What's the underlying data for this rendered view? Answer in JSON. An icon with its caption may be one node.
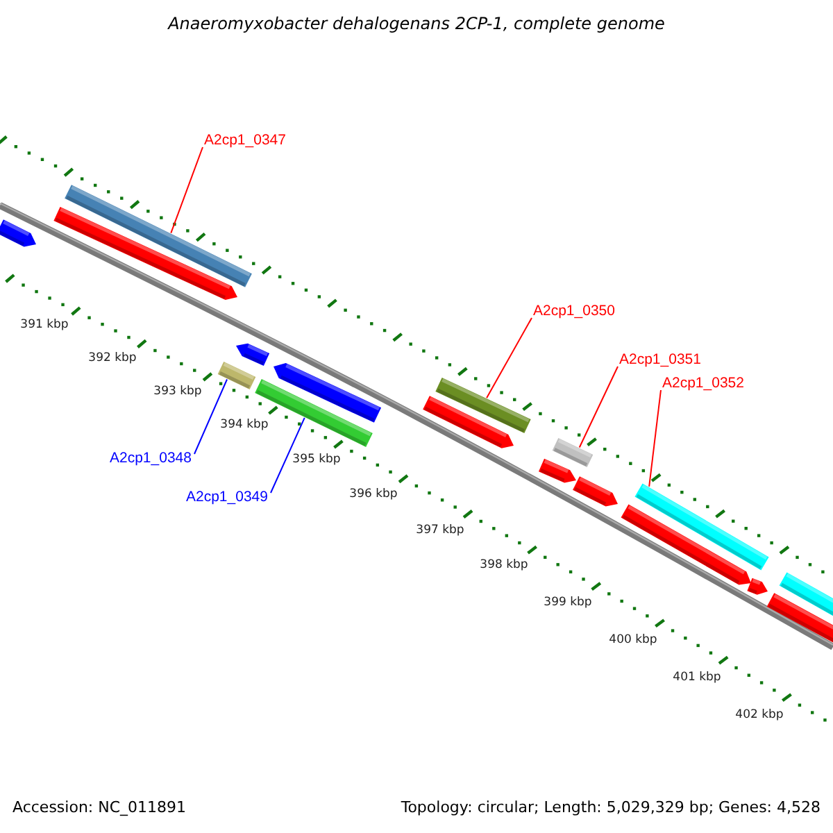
{
  "diagram": {
    "title": "Anaeromyxobacter dehalogenans 2CP-1, complete genome",
    "nodes": [
      {
        "text": [
          "A2cp1_0347"
        ]
      },
      {
        "text": [
          "A2cp1_0348"
        ]
      },
      {
        "text": [
          "A2cp1_0349"
        ]
      },
      {
        "text": [
          "A2cp1_0350"
        ]
      },
      {
        "text": [
          "A2cp1_0351"
        ]
      },
      {
        "text": [
          "A2cp1_0352"
        ]
      },
      {
        "text": [],
        "shape": "arrow"
      },
      {
        "text": [],
        "shape": "bar"
      },
      {
        "text": [],
        "shape": "arrow"
      },
      {
        "text": [],
        "shape": "arrow"
      },
      {
        "text": [],
        "shape": "arrow"
      },
      {
        "text": [],
        "shape": "bar"
      },
      {
        "text": [],
        "shape": "bar"
      },
      {
        "text": [],
        "shape": "bar"
      },
      {
        "text": [],
        "shape": "arrow"
      },
      {
        "text": [],
        "shape": "bar"
      },
      {
        "text": [],
        "shape": "arrow"
      },
      {
        "text": [],
        "shape": "arrow"
      },
      {
        "text": [],
        "shape": "bar"
      },
      {
        "text": [],
        "shape": "arrow"
      },
      {
        "text": [],
        "shape": "arrow"
      },
      {
        "text": [],
        "shape": "bar"
      },
      {
        "text": [],
        "shape": "bar"
      }
    ],
    "edges": [
      {
        "from": 0,
        "to": 7,
        "arrow": "none"
      },
      {
        "from": 1,
        "to": 11,
        "arrow": "none",
        "color": "#0000ff"
      },
      {
        "from": 2,
        "to": 12,
        "arrow": "none",
        "color": "#0000ff"
      },
      {
        "from": 3,
        "to": 13,
        "arrow": "none"
      },
      {
        "from": 4,
        "to": 15,
        "arrow": "none"
      },
      {
        "from": 5,
        "to": 18,
        "arrow": "none"
      }
    ],
    "labels": [
      "391 kbp",
      "392 kbp",
      "393 kbp",
      "394 kbp",
      "395 kbp",
      "396 kbp",
      "397 kbp",
      "398 kbp",
      "399 kbp",
      "400 kbp",
      "401 kbp",
      "402 kbp",
      "Accession: NC_011891",
      "Topology: circular; Length: 5,029,329 bp; Genes: 4,528"
    ]
  }
}
